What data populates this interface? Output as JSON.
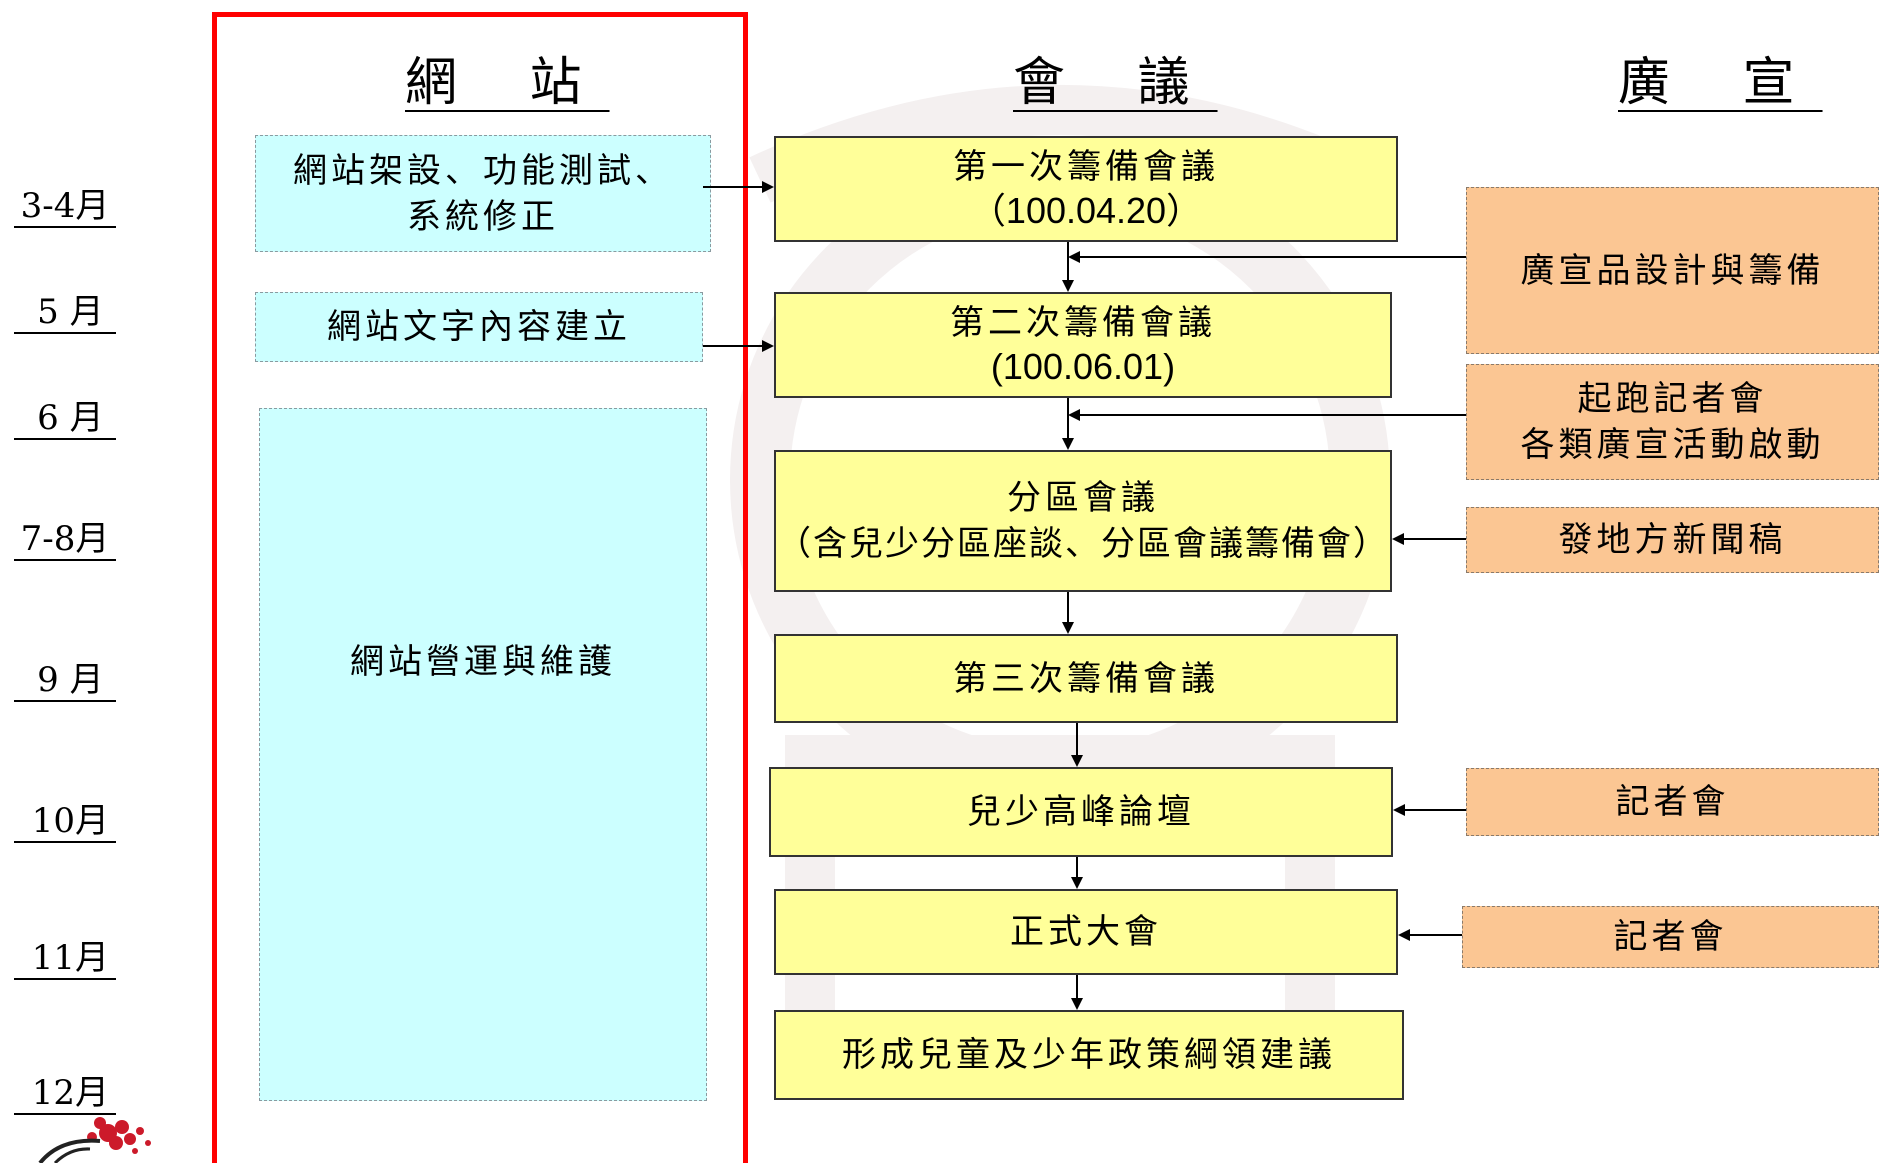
{
  "headers": {
    "website": "網 站",
    "meetings": "會 議",
    "publicity": "廣 宣"
  },
  "months": [
    "3-4月",
    " 5 月",
    " 6 月",
    "7-8月",
    " 9 月",
    " 10月",
    " 11月",
    " 12月"
  ],
  "website": {
    "setup": [
      "網站架設、功能測試、",
      "系統修正"
    ],
    "content": "網站文字內容建立",
    "operation": "網站營運與維護"
  },
  "meetings": {
    "first": {
      "title": "第一次籌備會議",
      "date": "（100.04.20）"
    },
    "second": {
      "title": "第二次籌備會議",
      "date": "(100.06.01)"
    },
    "regional": {
      "title": "分區會議",
      "sub": "（含兒少分區座談、分區會議籌備會）"
    },
    "third": "第三次籌備會議",
    "summit": "兒少高峰論壇",
    "assembly": "正式大會",
    "proposal": "形成兒童及少年政策綱領建議"
  },
  "publicity": {
    "design": "廣宣品設計與籌備",
    "launch": [
      "起跑記者會",
      "各類廣宣活動啟動"
    ],
    "press_release": "發地方新聞稿",
    "press_conf_1": "記者會",
    "press_conf_2": "記者會"
  },
  "colors": {
    "highlight_frame": "#ff0000",
    "website_box": "#ccffff",
    "meeting_box": "#ffff99",
    "publicity_box": "#fbc693"
  }
}
